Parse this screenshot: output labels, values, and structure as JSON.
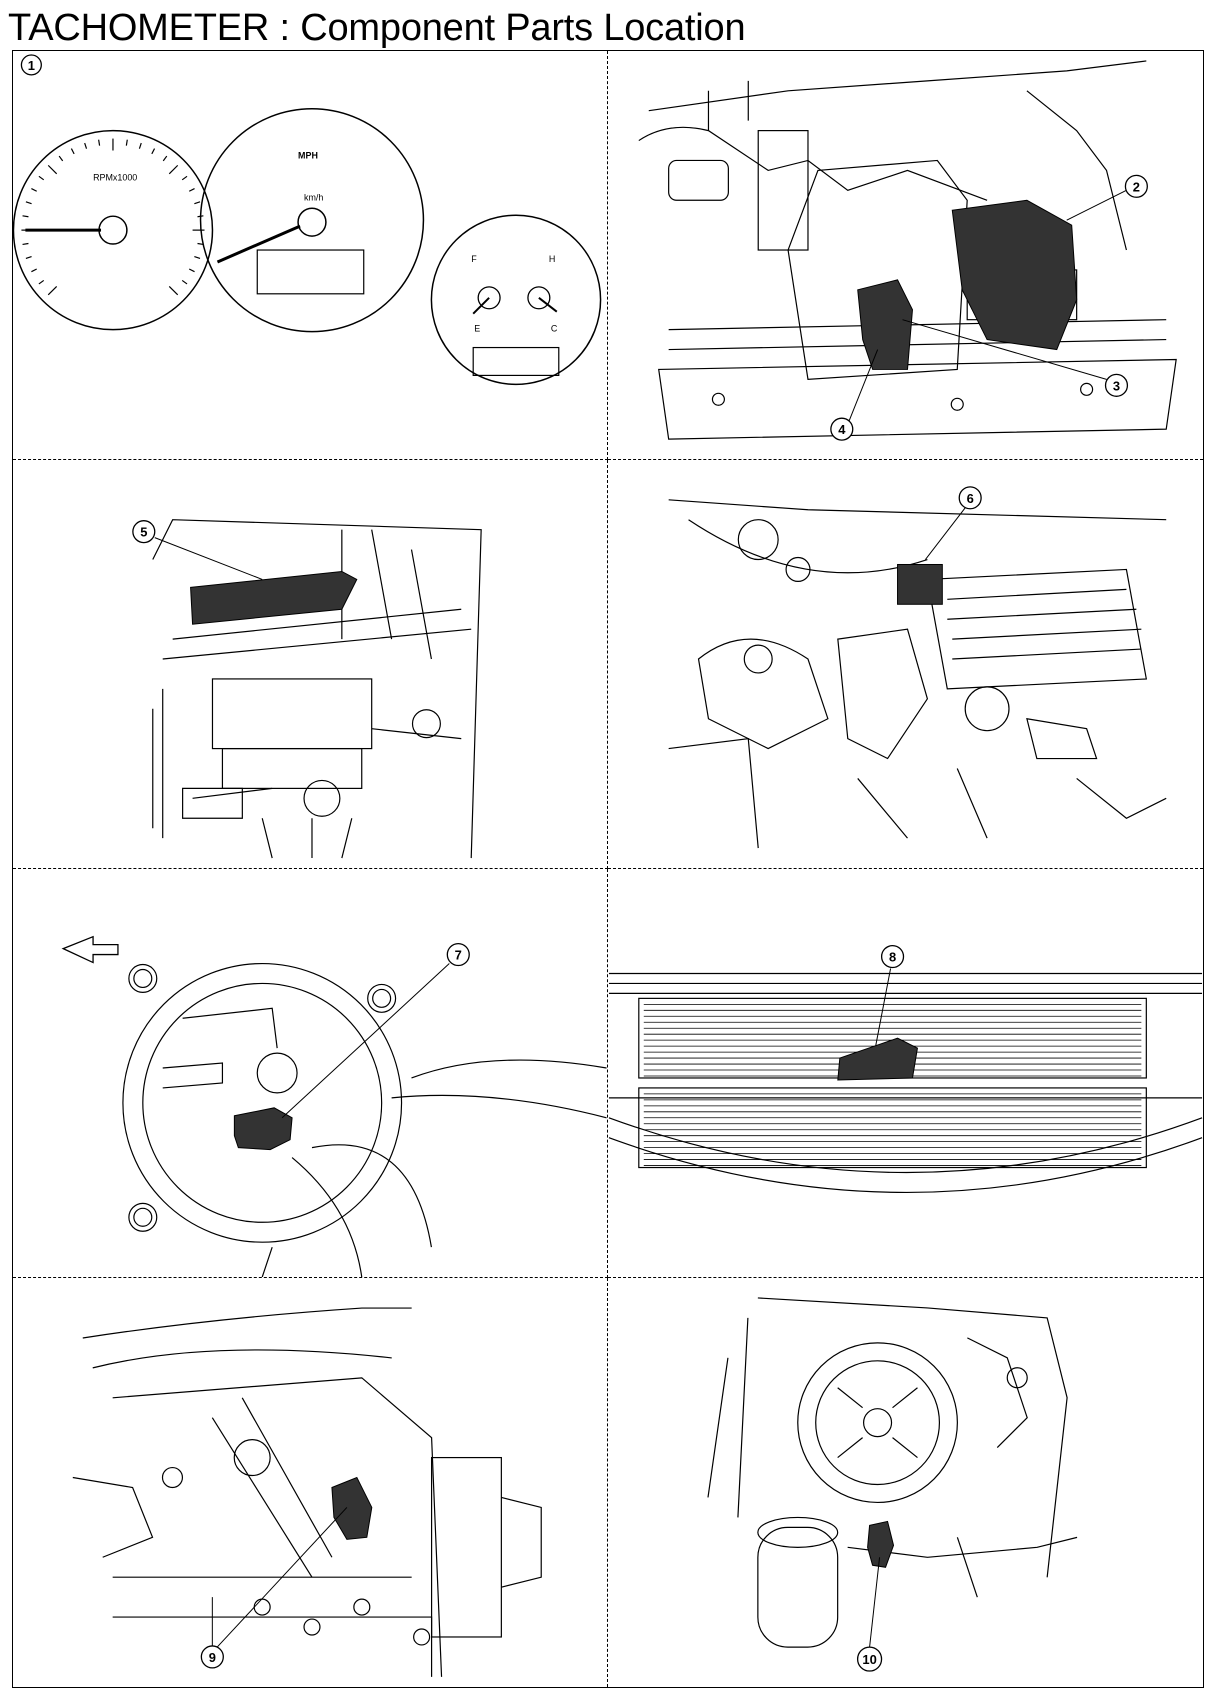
{
  "title": "TACHOMETER : Component Parts Location",
  "callouts": {
    "c1": "1",
    "c2": "2",
    "c3": "3",
    "c4": "4",
    "c5": "5",
    "c6": "6",
    "c7": "7",
    "c8": "8",
    "c9": "9",
    "c10": "10"
  },
  "cluster_labels": {
    "tacho": "RPMx1000",
    "speed": "MPH",
    "speed_unit": "km/h",
    "fuel_full": "F",
    "fuel_empty": "E",
    "temp_hot": "H",
    "temp_cold": "C"
  }
}
